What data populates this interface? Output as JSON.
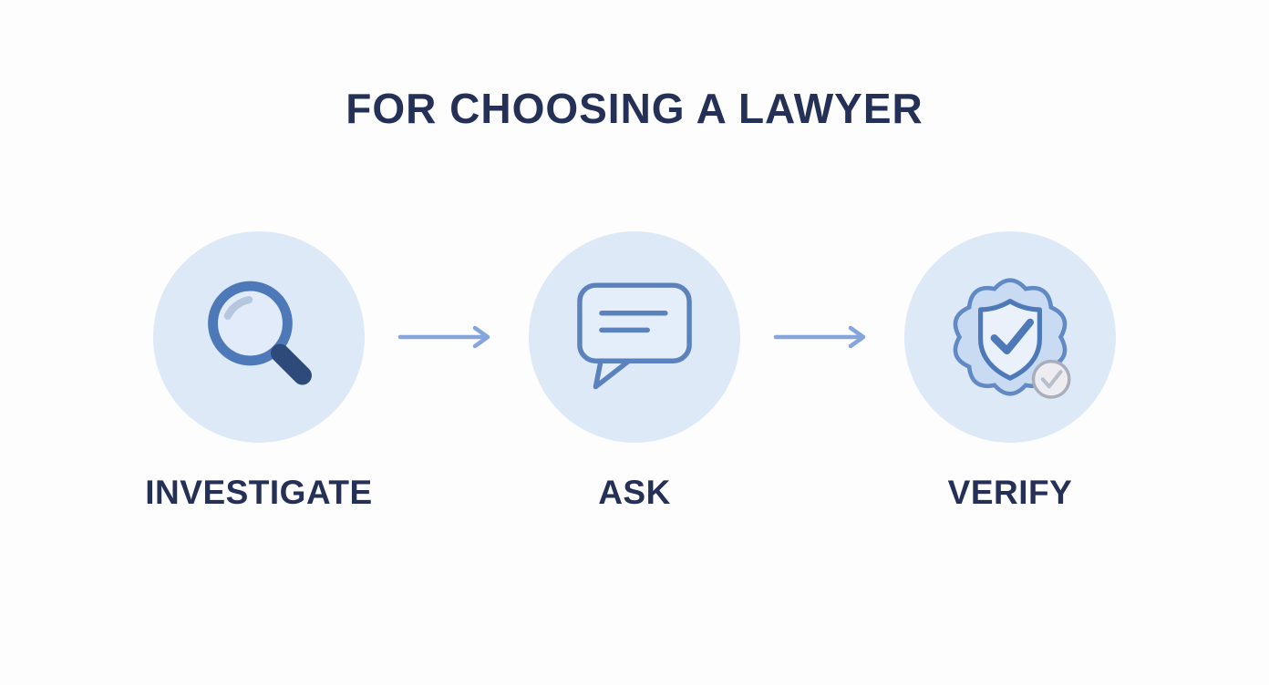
{
  "title": "FOR CHOOSING A LAWYER",
  "colors": {
    "background": "#fdfdfd",
    "heading_text": "#243056",
    "label_text": "#243056",
    "step_circle_fill": "#dde9f7",
    "arrow": "#86a5db",
    "icon_outline_blue": "#4e79b9",
    "icon_outline_navy": "#2d4a7b",
    "icon_fill_light": "#e6effb",
    "icon_fill_seal": "#c9dbf3",
    "badge_fill": "#ececf1",
    "badge_outline": "#a9aebd"
  },
  "steps": [
    {
      "label": "INVESTIGATE",
      "icon": "magnifier-icon"
    },
    {
      "label": "ASK",
      "icon": "speech-bubble-icon"
    },
    {
      "label": "VERIFY",
      "icon": "shield-check-badge-icon"
    }
  ],
  "connectors": [
    {
      "icon": "arrow-right-icon"
    },
    {
      "icon": "arrow-right-icon"
    }
  ]
}
